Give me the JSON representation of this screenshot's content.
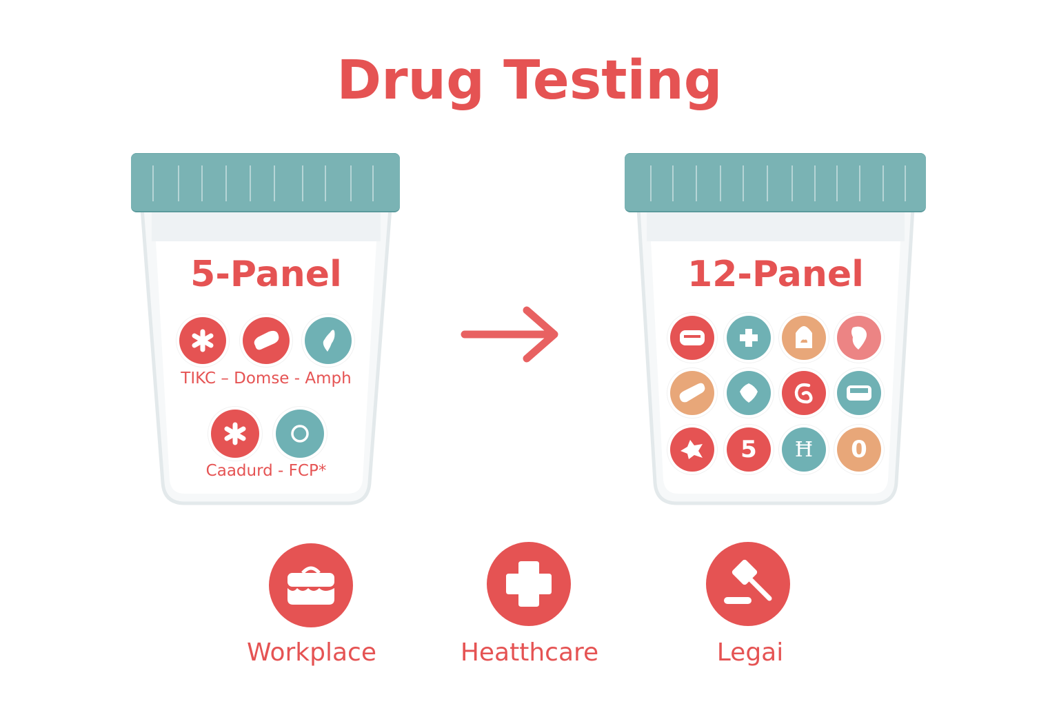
{
  "title": "Drug Testing",
  "colors": {
    "accent_red": "#e55353",
    "teal": "#6fb1b4",
    "lid_teal": "#7ab3b4",
    "orange": "#e8a779",
    "pink": "#ec8484",
    "cup_outline": "#e3e9eb"
  },
  "cups": [
    {
      "panel_label": "5-Panel",
      "icons": [
        {
          "name": "asterisk-icon",
          "color": "red"
        },
        {
          "name": "pill-icon",
          "color": "red"
        },
        {
          "name": "leaf-icon",
          "color": "teal"
        },
        {
          "name": "asterisk-icon",
          "color": "red"
        },
        {
          "name": "ring-icon",
          "color": "teal"
        }
      ],
      "label_lines": [
        "TIKC – Domse - Amph",
        "Caadurd - FCP*"
      ]
    },
    {
      "panel_label": "12-Panel",
      "icons": [
        {
          "name": "capsule-icon",
          "color": "red"
        },
        {
          "name": "cross-icon",
          "color": "teal"
        },
        {
          "name": "house-icon",
          "color": "orange"
        },
        {
          "name": "head-icon",
          "color": "pink"
        },
        {
          "name": "pill-icon",
          "color": "orange"
        },
        {
          "name": "diamond-icon",
          "color": "teal"
        },
        {
          "name": "swirl-icon",
          "color": "red"
        },
        {
          "name": "tray-icon",
          "color": "teal"
        },
        {
          "name": "splat-icon",
          "color": "red"
        },
        {
          "name": "number-five-icon",
          "color": "red",
          "text": "5"
        },
        {
          "name": "glyph-icon",
          "color": "teal",
          "text": "Ħ"
        },
        {
          "name": "number-zero-icon",
          "color": "orange",
          "text": "0"
        }
      ]
    }
  ],
  "arrow": "arrow-right-icon",
  "uses": [
    {
      "label": "Workplace",
      "icon": "briefcase-icon"
    },
    {
      "label": "Heatthcare",
      "icon": "medical-cross-icon"
    },
    {
      "label": "Legai",
      "icon": "gavel-icon"
    }
  ]
}
